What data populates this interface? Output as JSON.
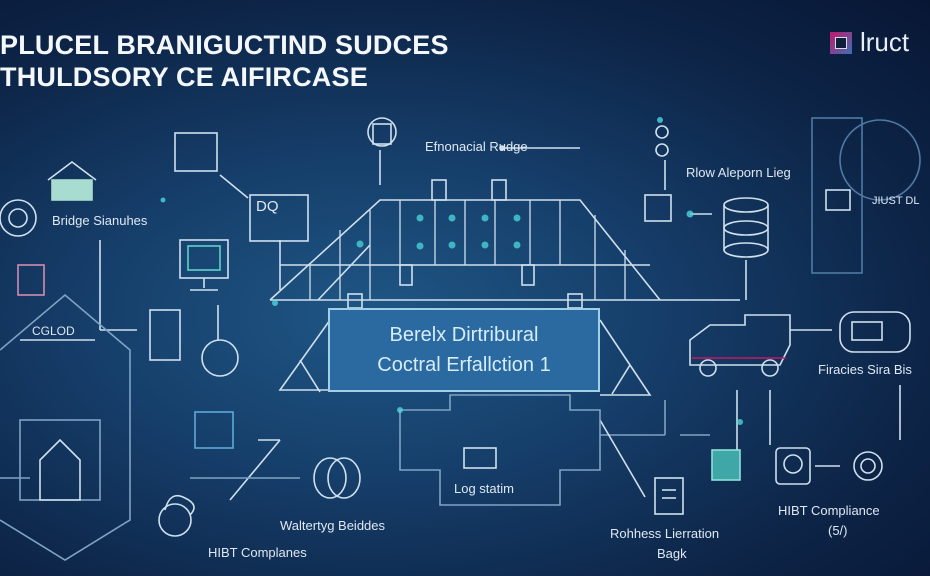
{
  "header": {
    "title_line1": "PLUCEL BRANIGUCTIND SUDCES",
    "title_line2": "THULDSORY CE AIFIRCASE",
    "logo_text": "lruct"
  },
  "center": {
    "line1": "Berelx Dirtribural",
    "line2": "Coctral Erfallction 1"
  },
  "labels": {
    "emotional_bridge": "Efnonacial Rudge",
    "bridge_sianuhes": "Bridge Sianuhes",
    "rlow_aleporn": "Rlow Aleporn Lieg",
    "just_dl": "JIUST DL",
    "dq": "DQ",
    "cglod": "CGLOD",
    "log_statim": "Log statim",
    "waltertyg": "Waltertyg Beiddes",
    "hibt_complanes": "HIBT Complanes",
    "firacies": "Firacies Sira Bis",
    "rohhess_line1": "Rohhess Lierration",
    "rohhess_line2": "Bagk",
    "hibt_compliance": "HIBT Compliance",
    "hibt_compliance_sub": "(5/)"
  },
  "colors": {
    "accent": "#9fd0e6",
    "magenta": "#c2186b",
    "line": "#cfe0ee",
    "glow": "#4fd3e0"
  }
}
